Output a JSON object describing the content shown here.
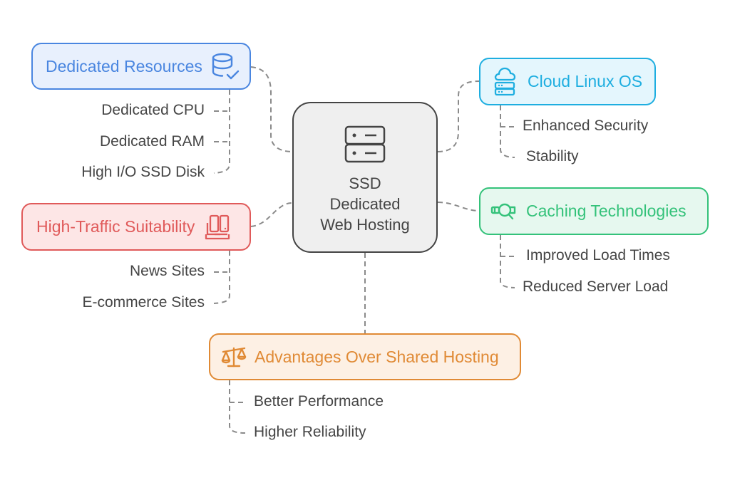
{
  "center": {
    "icon": "server-icon",
    "lines": [
      "SSD",
      "Dedicated",
      "Web Hosting"
    ],
    "color": "#444444",
    "fill": "#efefef"
  },
  "branches": [
    {
      "id": "dedicated-resources",
      "label": "Dedicated Resources",
      "icon": "database-check-icon",
      "color": "#4a86e0",
      "fill": "#e8f0fd",
      "children": [
        "Dedicated CPU",
        "Dedicated RAM",
        "High I/O SSD Disk"
      ]
    },
    {
      "id": "high-traffic-suitability",
      "label": "High-Traffic Suitability",
      "icon": "devices-icon",
      "color": "#e05a5a",
      "fill": "#fde6e6",
      "children": [
        "News Sites",
        "E-commerce Sites"
      ]
    },
    {
      "id": "cloud-linux-os",
      "label": "Cloud Linux OS",
      "icon": "cloud-server-icon",
      "color": "#1eaee0",
      "fill": "#e4f6fd",
      "children": [
        "Enhanced Security",
        "Stability"
      ]
    },
    {
      "id": "caching-technologies",
      "label": "Caching Technologies",
      "icon": "cache-search-icon",
      "color": "#34c27a",
      "fill": "#e6f8ef",
      "children": [
        "Improved Load Times",
        "Reduced Server Load"
      ]
    },
    {
      "id": "advantages-over-shared-hosting",
      "label": "Advantages Over Shared Hosting",
      "icon": "scale-icon",
      "color": "#e08a35",
      "fill": "#fdf0e4",
      "children": [
        "Better Performance",
        "Higher Reliability"
      ]
    }
  ]
}
